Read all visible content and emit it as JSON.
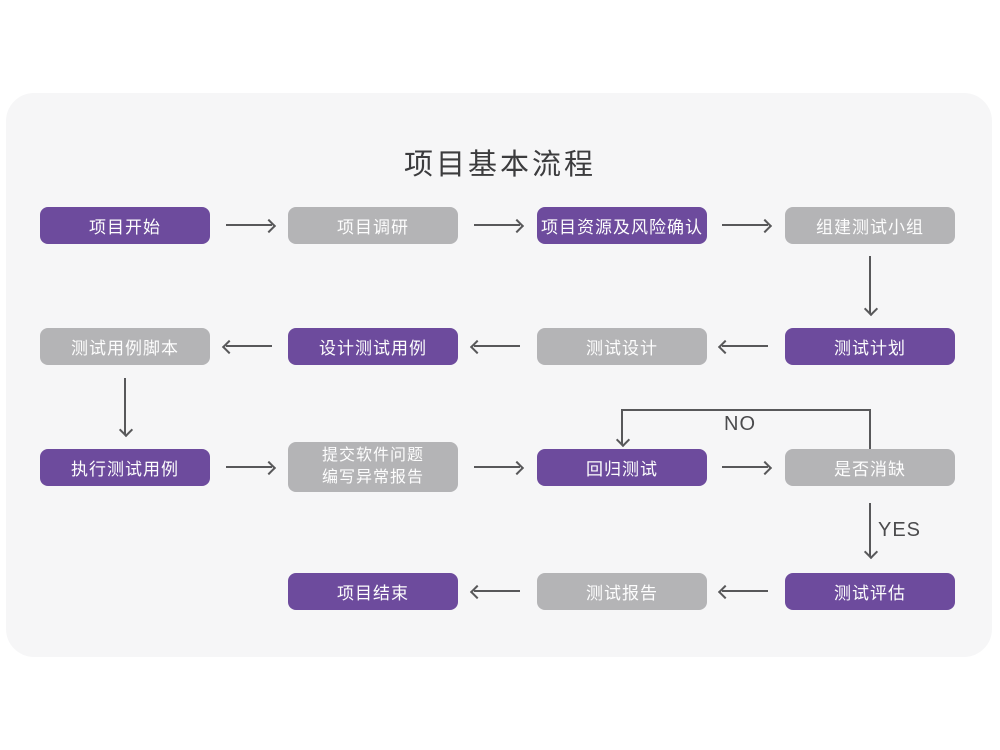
{
  "title": "项目基本流程",
  "colors": {
    "card_background": "#f6f6f7",
    "page_background": "#ffffff",
    "node_purple": "#6d4b9d",
    "node_gray": "#b4b4b6",
    "node_text": "#fdfdfd",
    "arrow": "#58585a",
    "title_text": "#3c3c3e"
  },
  "nodes": [
    {
      "label": "项目开始",
      "type": "purple"
    },
    {
      "label": "项目调研",
      "type": "gray"
    },
    {
      "label": "项目资源及风险确认",
      "type": "purple"
    },
    {
      "label": "组建测试小组",
      "type": "gray"
    },
    {
      "label": "测试计划",
      "type": "purple"
    },
    {
      "label": "测试设计",
      "type": "gray"
    },
    {
      "label": "设计测试用例",
      "type": "purple"
    },
    {
      "label": "测试用例脚本",
      "type": "gray"
    },
    {
      "label": "执行测试用例",
      "type": "purple"
    },
    {
      "label": "提交软件问题\n编写异常报告",
      "type": "gray"
    },
    {
      "label": "回归测试",
      "type": "purple"
    },
    {
      "label": "是否消缺",
      "type": "gray"
    },
    {
      "label": "测试评估",
      "type": "purple"
    },
    {
      "label": "测试报告",
      "type": "gray"
    },
    {
      "label": "项目结束",
      "type": "purple"
    }
  ],
  "decision_labels": {
    "no": "NO",
    "yes": "YES"
  },
  "edges": [
    {
      "from": "项目开始",
      "to": "项目调研"
    },
    {
      "from": "项目调研",
      "to": "项目资源及风险确认"
    },
    {
      "from": "项目资源及风险确认",
      "to": "组建测试小组"
    },
    {
      "from": "组建测试小组",
      "to": "测试计划"
    },
    {
      "from": "测试计划",
      "to": "测试设计"
    },
    {
      "from": "测试设计",
      "to": "设计测试用例"
    },
    {
      "from": "设计测试用例",
      "to": "测试用例脚本"
    },
    {
      "from": "测试用例脚本",
      "to": "执行测试用例"
    },
    {
      "from": "执行测试用例",
      "to": "提交软件问题 编写异常报告"
    },
    {
      "from": "提交软件问题 编写异常报告",
      "to": "回归测试"
    },
    {
      "from": "回归测试",
      "to": "是否消缺"
    },
    {
      "from": "是否消缺",
      "to": "回归测试",
      "label": "NO"
    },
    {
      "from": "是否消缺",
      "to": "测试评估",
      "label": "YES"
    },
    {
      "from": "测试评估",
      "to": "测试报告"
    },
    {
      "from": "测试报告",
      "to": "项目结束"
    }
  ]
}
